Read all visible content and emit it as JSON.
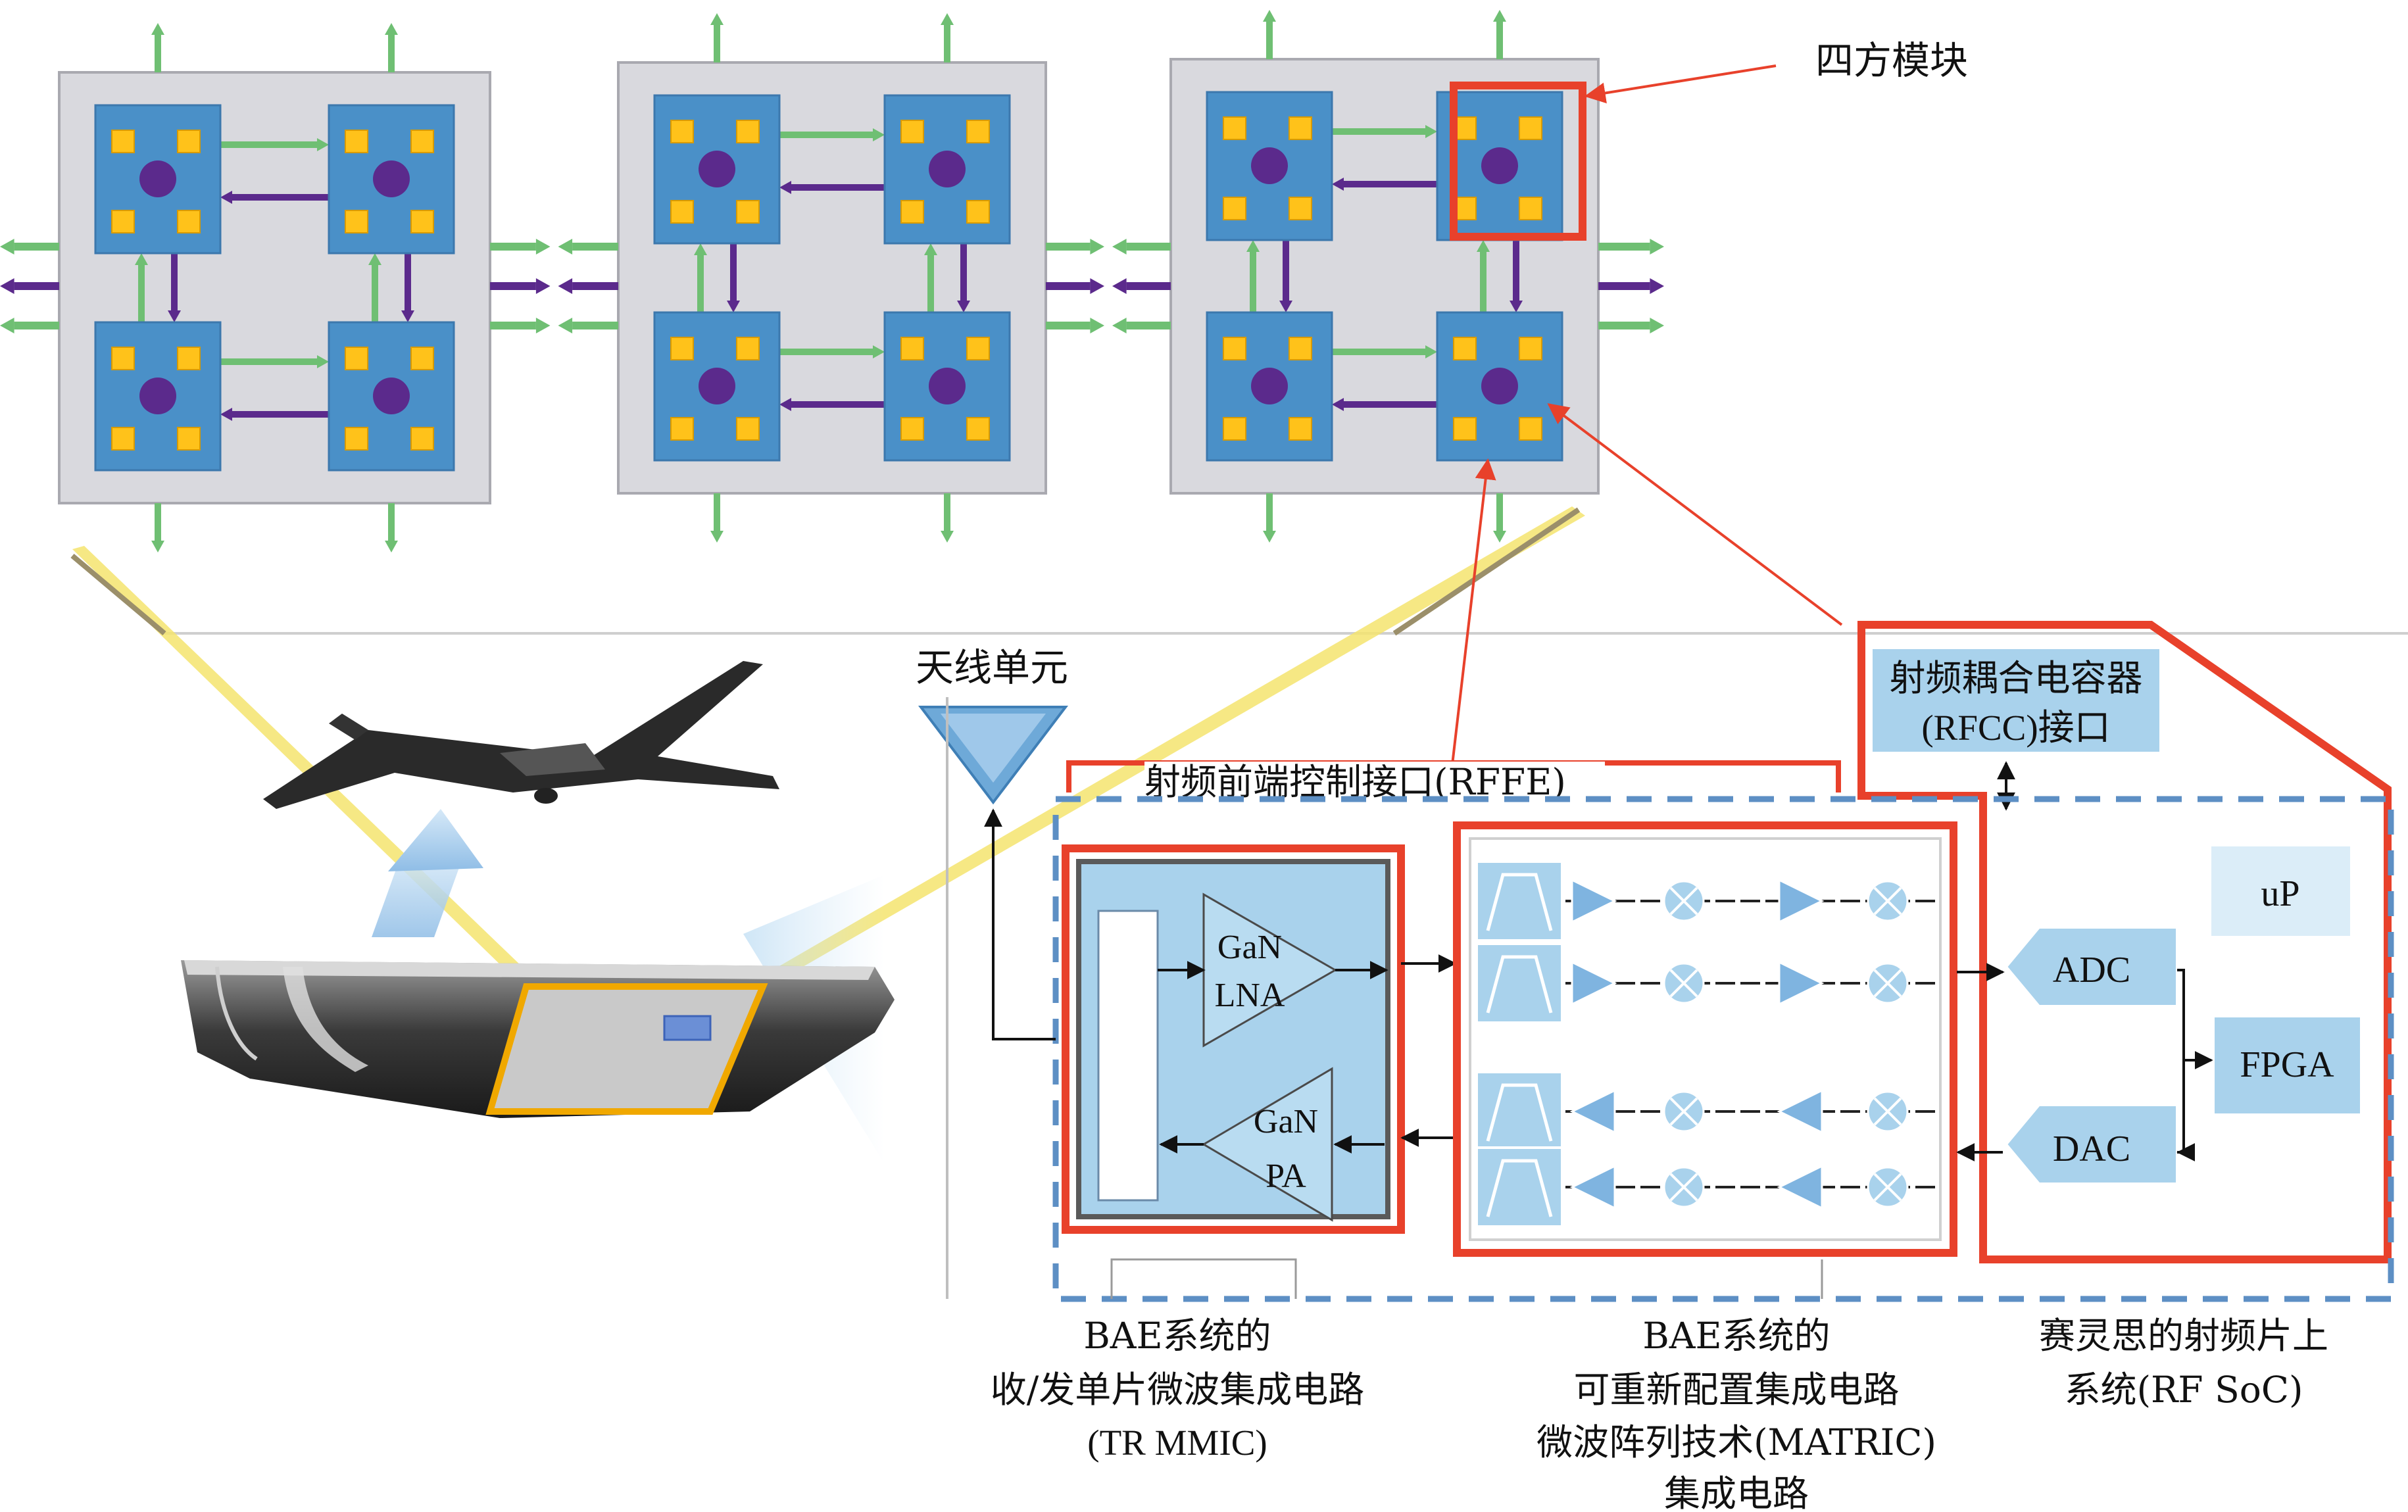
{
  "callouts": {
    "quad_module": "四方模块",
    "antenna_element": "天线单元",
    "rffe_interface": "射频前端控制接口(RFFE)",
    "rfcc_line1": "射频耦合电容器",
    "rfcc_line2": "(RFCC)接口"
  },
  "mmic_block": {
    "lna_line1": "GaN",
    "lna_line2": "LNA",
    "pa_line1": "GaN",
    "pa_line2": "PA"
  },
  "soc_block": {
    "adc": "ADC",
    "dac": "DAC",
    "fpga": "FPGA",
    "up": "uP"
  },
  "captions": {
    "tr_mmic": [
      "BAE系统的",
      "收/发单片微波集成电路",
      "(TR MMIC)"
    ],
    "matric": [
      "BAE系统的",
      "可重新配置集成电路",
      "微波阵列技术(MATRIC)",
      "集成电路"
    ],
    "rfsoc": [
      "赛灵思的射频片上",
      "系统(RF SoC)"
    ]
  },
  "colors": {
    "red_outline": "#e8412b",
    "blue_block": "#4a90c8",
    "light_blue": "#a9d2ec",
    "purple": "#5b2a8c",
    "green_arrow": "#6fbf73",
    "yellow_pad": "#ffc21a",
    "panel_gray": "#d9d9de",
    "beam_yellow": "#f5e36a"
  }
}
